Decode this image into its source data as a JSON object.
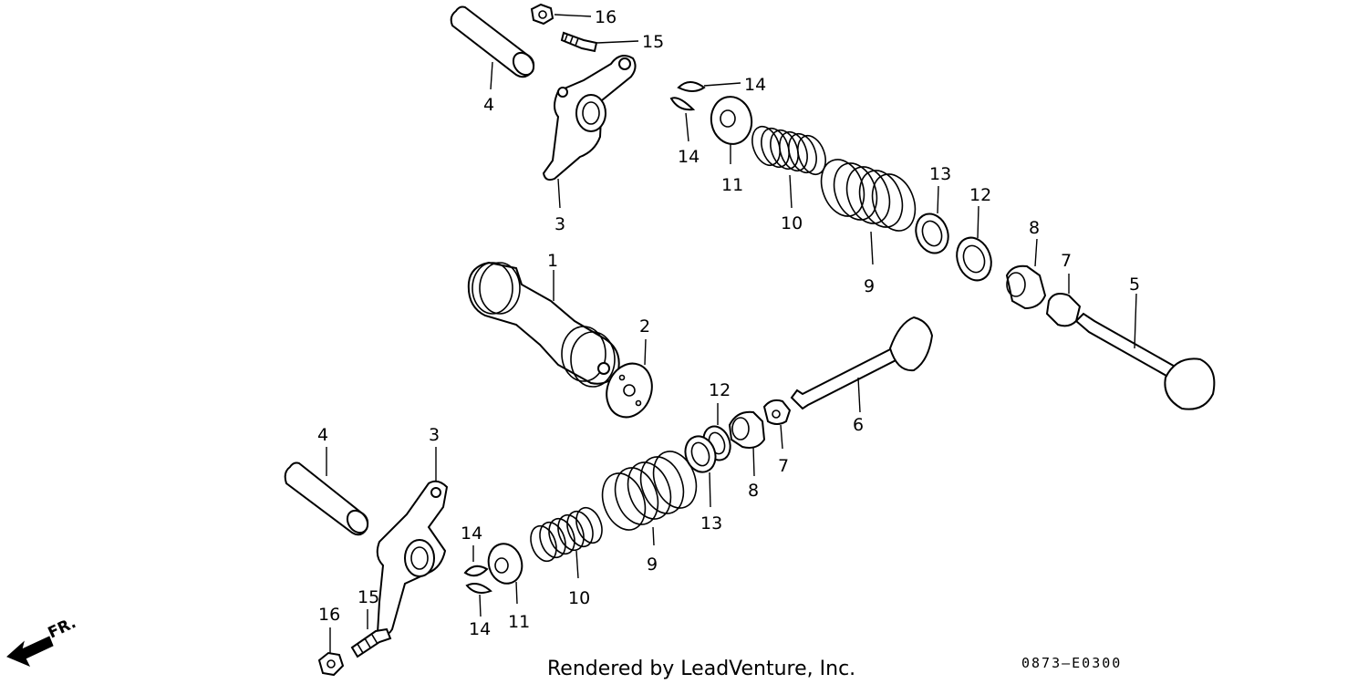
{
  "diagram": {
    "footer": "Rendered by LeadVenture, Inc.",
    "code": "0873–E0300",
    "direction_label": "FR.",
    "callouts": {
      "p16a": "16",
      "p15a": "15",
      "p4a": "4",
      "p3a": "3",
      "p14a": "14",
      "p14b": "14",
      "p11a": "11",
      "p10a": "10",
      "p13a": "13",
      "p12a": "12",
      "p9a": "9",
      "p8a": "8",
      "p7a": "7",
      "p5": "5",
      "p1": "1",
      "p2": "2",
      "p6": "6",
      "p12b": "12",
      "p7b": "7",
      "p8b": "8",
      "p13b": "13",
      "p9b": "9",
      "p4b": "4",
      "p3b": "3",
      "p14c": "14",
      "p14d": "14",
      "p11b": "11",
      "p10b": "10",
      "p16b": "16",
      "p15b": "15"
    }
  }
}
